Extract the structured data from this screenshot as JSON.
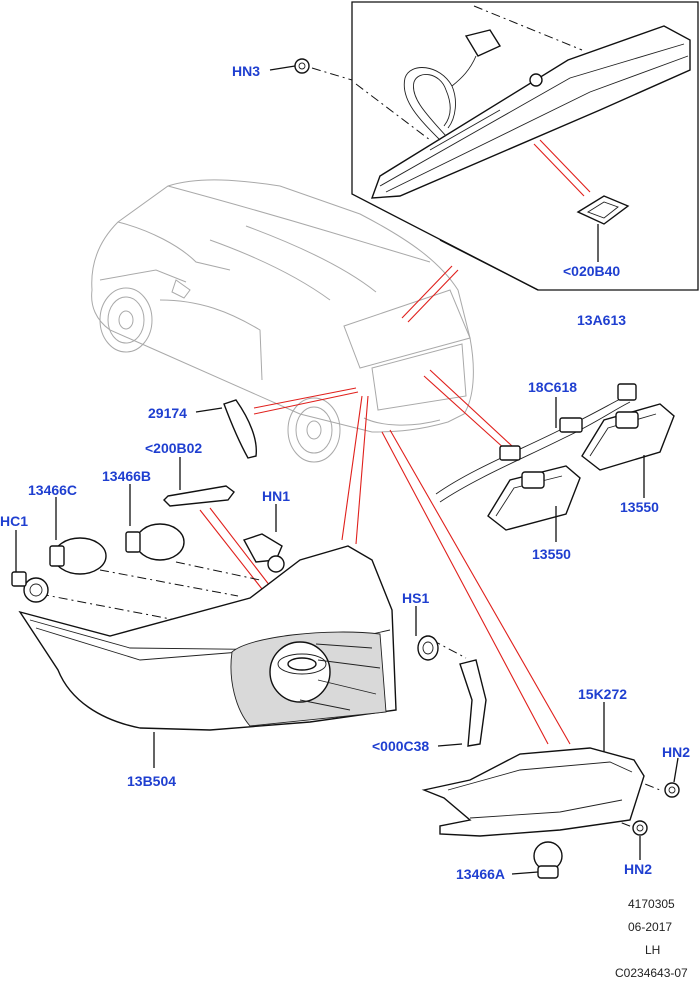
{
  "callouts": {
    "hn3": "HN3",
    "b020b40": "<020B40",
    "a13a613": "13A613",
    "c18c618": "18C618",
    "p29174": "29174",
    "b200b02": "<200B02",
    "c13466c": "13466C",
    "b13466b": "13466B",
    "hn1": "HN1",
    "hc1": "HC1",
    "hs1": "HS1",
    "p13550_upper": "13550",
    "p13550_lower": "13550",
    "p15k272": "15K272",
    "c000c38": "<000C38",
    "p13b504": "13B504",
    "hn2_upper": "HN2",
    "hn2_lower": "HN2",
    "p13466a": "13466A"
  },
  "footer": {
    "illustration_number": "4170305",
    "date": "06-2017",
    "side": "LH",
    "reference": "C0234643-07"
  },
  "colors": {
    "callout": "#1f3fd0",
    "leader_highlight": "#e0201c",
    "line_art": "#111111"
  }
}
